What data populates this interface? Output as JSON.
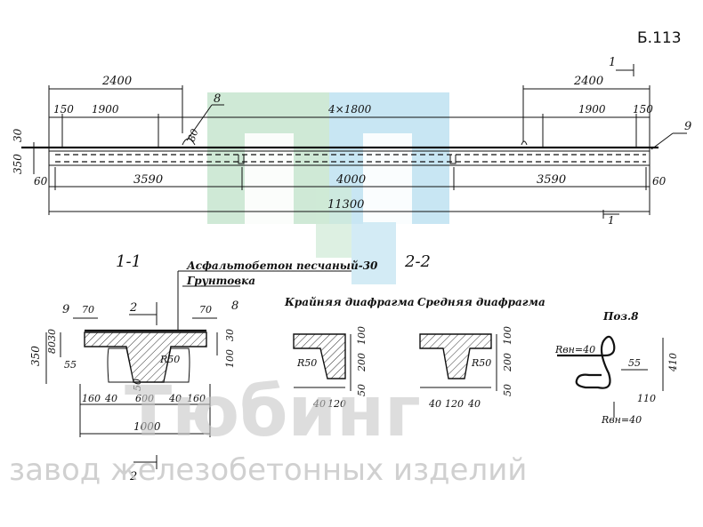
{
  "sheet_number": "Б.113",
  "plan": {
    "dims_top": {
      "left_2400": "2400",
      "right_2400": "2400",
      "left_150": "150",
      "left_1900": "1900",
      "middle": "4×1800",
      "right_1900": "1900",
      "right_150": "150"
    },
    "left_height": "350",
    "left_top": "30",
    "left_angle": "80",
    "callout_8": "8",
    "callout_9": "9",
    "dims_bottom": {
      "left_60": "60",
      "left_3590": "3590",
      "middle_4000": "4000",
      "right_3590": "3590",
      "right_60": "60",
      "total": "11300"
    },
    "section_mark": "1"
  },
  "section_1_1": {
    "title": "1-1",
    "label_asphalt": "Асфальтобетон песчаный-30",
    "label_primer": "Грунтовка",
    "callout_9": "9",
    "callout_8": "8",
    "section_mark_2": "2",
    "dims": {
      "h350": "350",
      "h80": "80",
      "h30": "30",
      "h55": "55",
      "top_70_left": "70",
      "top_70_right": "70",
      "r50": "R50",
      "h50": "50",
      "h100": "100",
      "right_30": "30",
      "b160_left": "160",
      "b40_left": "40",
      "b600": "600",
      "b40_right": "40",
      "b160_right": "160",
      "total_1000": "1000"
    }
  },
  "section_2_2": {
    "title": "2-2",
    "label_edge": "Крайняя диафрагма",
    "label_middle": "Средняя диафрагма",
    "edge": {
      "h100": "100",
      "h200": "200",
      "h50": "50",
      "r50": "R50",
      "b40": "40",
      "b120": "120"
    },
    "middle": {
      "h100": "100",
      "h200": "200",
      "h50": "50",
      "r50": "R50",
      "b40_left": "40",
      "b120": "120",
      "b40_right": "40"
    }
  },
  "pos8": {
    "title": "Поз.8",
    "r_top": "Rвн=40",
    "r_bottom": "Rвн=40",
    "d55": "55",
    "d410": "410",
    "d110": "110"
  },
  "watermark": {
    "brand": "Тюбинг",
    "subtitle": "завод железобетонных изделий",
    "colors": {
      "green": "#cfe9d6",
      "blue": "#c8e6f3",
      "gray": "#c8c8c8"
    }
  }
}
